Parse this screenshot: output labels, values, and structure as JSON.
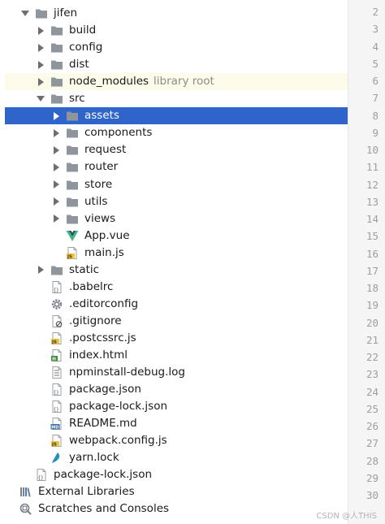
{
  "tree": [
    {
      "label": "jifen",
      "kind": "folder",
      "depth": 0,
      "arrow": "down"
    },
    {
      "label": "build",
      "kind": "folder",
      "depth": 1,
      "arrow": "right"
    },
    {
      "label": "config",
      "kind": "folder",
      "depth": 1,
      "arrow": "right"
    },
    {
      "label": "dist",
      "kind": "folder",
      "depth": 1,
      "arrow": "right"
    },
    {
      "label": "node_modules",
      "kind": "folder",
      "depth": 1,
      "arrow": "right",
      "extra": "library root",
      "dim": true
    },
    {
      "label": "src",
      "kind": "folder",
      "depth": 1,
      "arrow": "down"
    },
    {
      "label": "assets",
      "kind": "folder",
      "depth": 2,
      "arrow": "right",
      "selected": true
    },
    {
      "label": "components",
      "kind": "folder",
      "depth": 2,
      "arrow": "right"
    },
    {
      "label": "request",
      "kind": "folder",
      "depth": 2,
      "arrow": "right"
    },
    {
      "label": "router",
      "kind": "folder",
      "depth": 2,
      "arrow": "right"
    },
    {
      "label": "store",
      "kind": "folder",
      "depth": 2,
      "arrow": "right"
    },
    {
      "label": "utils",
      "kind": "folder",
      "depth": 2,
      "arrow": "right"
    },
    {
      "label": "views",
      "kind": "folder",
      "depth": 2,
      "arrow": "right"
    },
    {
      "label": "App.vue",
      "kind": "vue",
      "depth": 2
    },
    {
      "label": "main.js",
      "kind": "js",
      "depth": 2
    },
    {
      "label": "static",
      "kind": "folder",
      "depth": 1,
      "arrow": "right"
    },
    {
      "label": ".babelrc",
      "kind": "json",
      "depth": 1
    },
    {
      "label": ".editorconfig",
      "kind": "gear",
      "depth": 1
    },
    {
      "label": ".gitignore",
      "kind": "ignore",
      "depth": 1
    },
    {
      "label": ".postcssrc.js",
      "kind": "js",
      "depth": 1
    },
    {
      "label": "index.html",
      "kind": "html",
      "depth": 1
    },
    {
      "label": "npminstall-debug.log",
      "kind": "log",
      "depth": 1
    },
    {
      "label": "package.json",
      "kind": "json",
      "depth": 1
    },
    {
      "label": "package-lock.json",
      "kind": "json",
      "depth": 1
    },
    {
      "label": "README.md",
      "kind": "md",
      "depth": 1
    },
    {
      "label": "webpack.config.js",
      "kind": "js",
      "depth": 1
    },
    {
      "label": "yarn.lock",
      "kind": "yarn",
      "depth": 1
    },
    {
      "label": "package-lock.json",
      "kind": "json",
      "depth": 0
    },
    {
      "label": "External Libraries",
      "kind": "libs",
      "depth": -1
    },
    {
      "label": "Scratches and Consoles",
      "kind": "scratch",
      "depth": -1
    }
  ],
  "icon_names": {
    "folder": "folder-icon",
    "vue": "vue-file-icon",
    "js": "js-file-icon",
    "json": "json-file-icon",
    "gear": "config-file-icon",
    "ignore": "gitignore-file-icon",
    "html": "html-file-icon",
    "log": "log-file-icon",
    "md": "markdown-file-icon",
    "yarn": "yarn-lock-icon",
    "libs": "external-libraries-icon",
    "scratch": "scratches-icon"
  },
  "line_numbers": [
    "2",
    "3",
    "4",
    "5",
    "6",
    "7",
    "8",
    "9",
    "10",
    "11",
    "12",
    "13",
    "14",
    "15",
    "16",
    "17",
    "18",
    "19",
    "20",
    "21",
    "22",
    "23",
    "24",
    "25",
    "26",
    "27",
    "28",
    "29",
    "30"
  ],
  "watermark": "CSDN @人THIS",
  "colors": {
    "selection": "#2f65ca",
    "folder": "#8e959c",
    "vue_green": "#41b883",
    "vue_dark": "#35495e",
    "js_yellow": "#f0c33c",
    "gutter": "#f5f5f5",
    "line_number": "#9e9e9e"
  }
}
